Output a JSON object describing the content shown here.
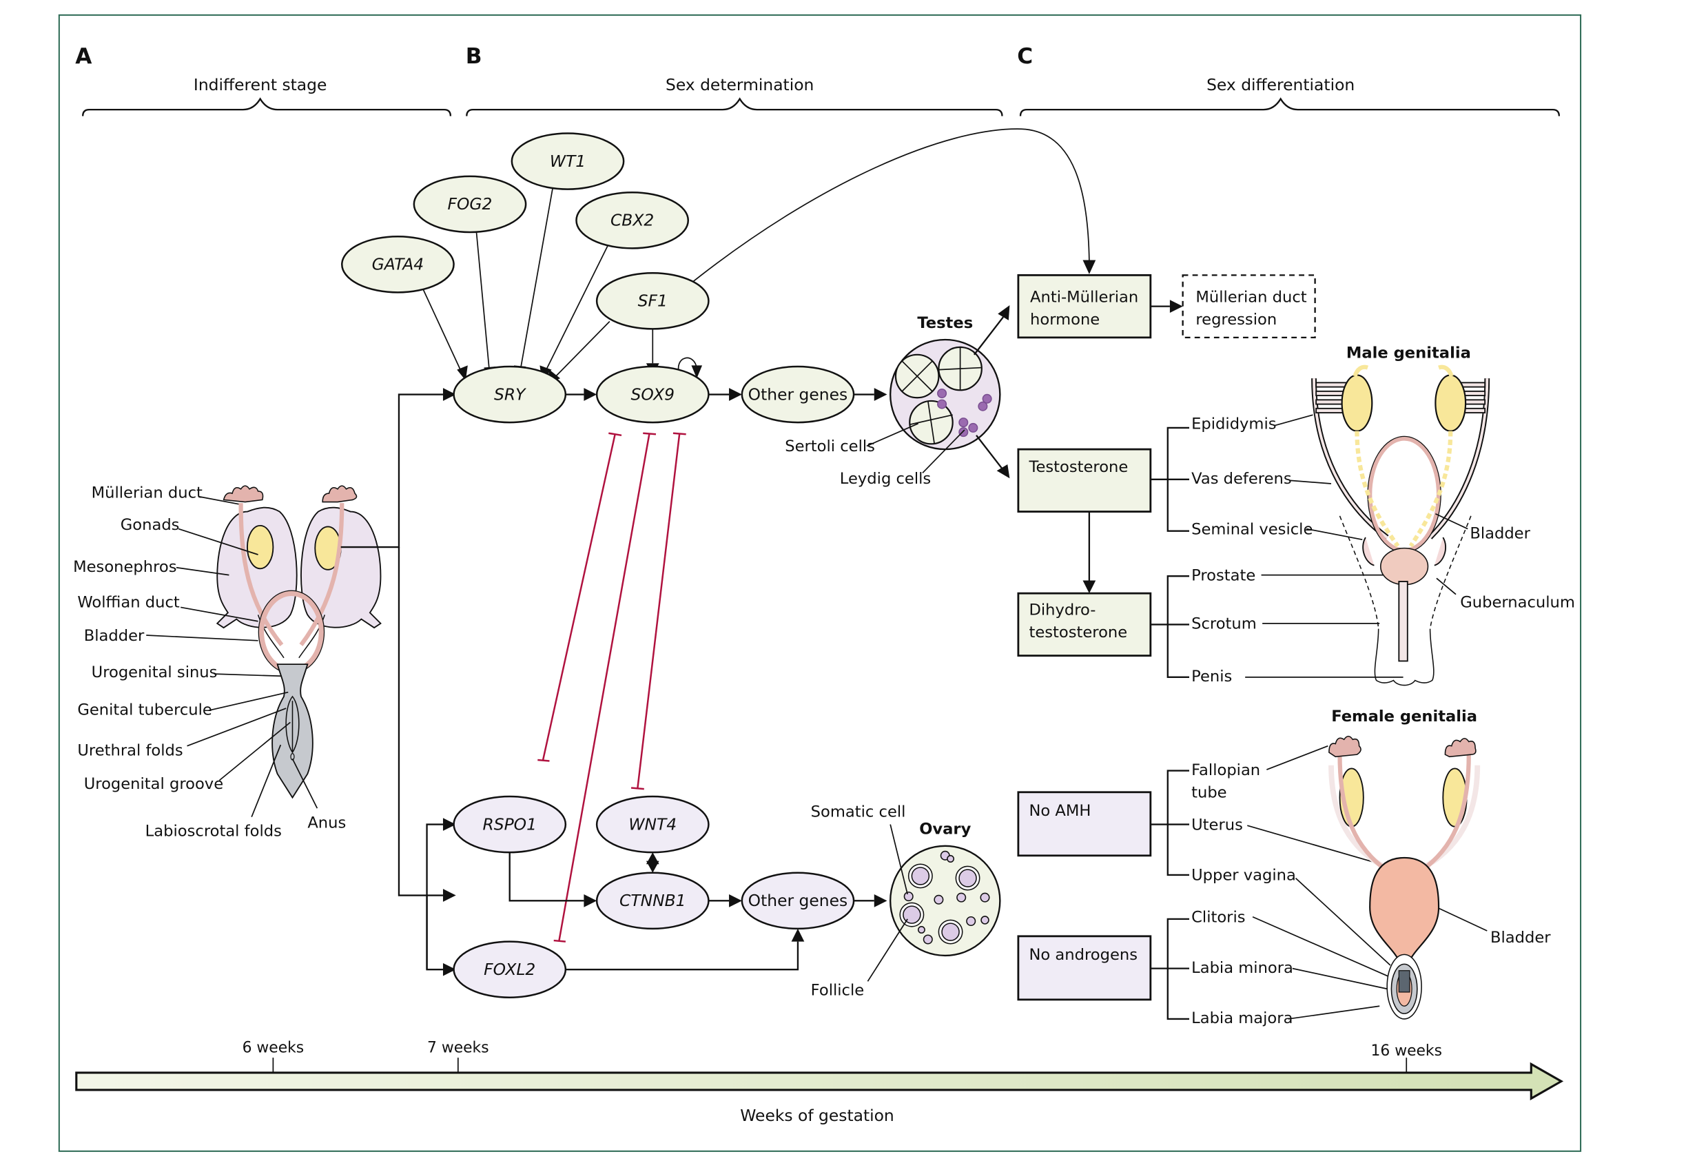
{
  "panels": {
    "A": {
      "letter": "A",
      "title": "Indifferent stage"
    },
    "B": {
      "letter": "B",
      "title": "Sex determination"
    },
    "C": {
      "letter": "C",
      "title": "Sex differentiation"
    }
  },
  "indifferent_labels": [
    "Müllerian duct",
    "Gonads",
    "Mesonephros",
    "Wolffian duct",
    "Bladder",
    "Urogenital sinus",
    "Genital tubercule",
    "Urethral folds",
    "Urogenital groove",
    "Labioscrotal folds",
    "Anus"
  ],
  "male_genes": {
    "wt1": "WT1",
    "fog2": "FOG2",
    "cbx2": "CBX2",
    "gata4": "GATA4",
    "sf1": "SF1",
    "sry": "SRY",
    "sox9": "SOX9",
    "other": "Other genes"
  },
  "female_genes": {
    "rspo1": "RSPO1",
    "wnt4": "WNT4",
    "ctnnb1": "CTNNB1",
    "foxl2": "FOXL2",
    "other": "Other genes"
  },
  "testes": {
    "title": "Testes",
    "sertoli": "Sertoli cells",
    "leydig": "Leydig cells"
  },
  "ovary": {
    "title": "Ovary",
    "somatic": "Somatic cell",
    "follicle": "Follicle"
  },
  "hormone_boxes": {
    "amh": [
      "Anti-Müllerian",
      "hormone"
    ],
    "mdr": [
      "Müllerian duct",
      "regression"
    ],
    "testosterone": "Testosterone",
    "dht": [
      "Dihydro-",
      "testosterone"
    ],
    "no_amh": "No AMH",
    "no_androgens": "No androgens"
  },
  "male_genitalia": {
    "title": "Male genitalia",
    "testosterone_targets": [
      "Epididymis",
      "Vas deferens",
      "Seminal vesicle"
    ],
    "dht_targets": [
      "Prostate",
      "Scrotum",
      "Penis"
    ],
    "bladder": "Bladder",
    "gubernaculum": "Gubernaculum"
  },
  "female_genitalia": {
    "title": "Female genitalia",
    "no_amh_targets": [
      "Fallopian",
      "tube",
      "Uterus",
      "Upper vagina"
    ],
    "no_androgen_targets": [
      "Clitoris",
      "Labia minora",
      "Labia majora"
    ],
    "bladder": "Bladder"
  },
  "timeline": {
    "ticks": [
      "6 weeks",
      "7 weeks",
      "16 weeks"
    ],
    "label": "Weeks of gestation"
  },
  "colors": {
    "border": "#2e6b55",
    "male_fill": "#f1f4e6",
    "female_fill": "#f0ecf6",
    "inhibition": "#b0123f",
    "gonad_yellow": "#f8e79a",
    "duct_pink": "#e3b3ad",
    "mesonephros": "#ece3ef"
  }
}
